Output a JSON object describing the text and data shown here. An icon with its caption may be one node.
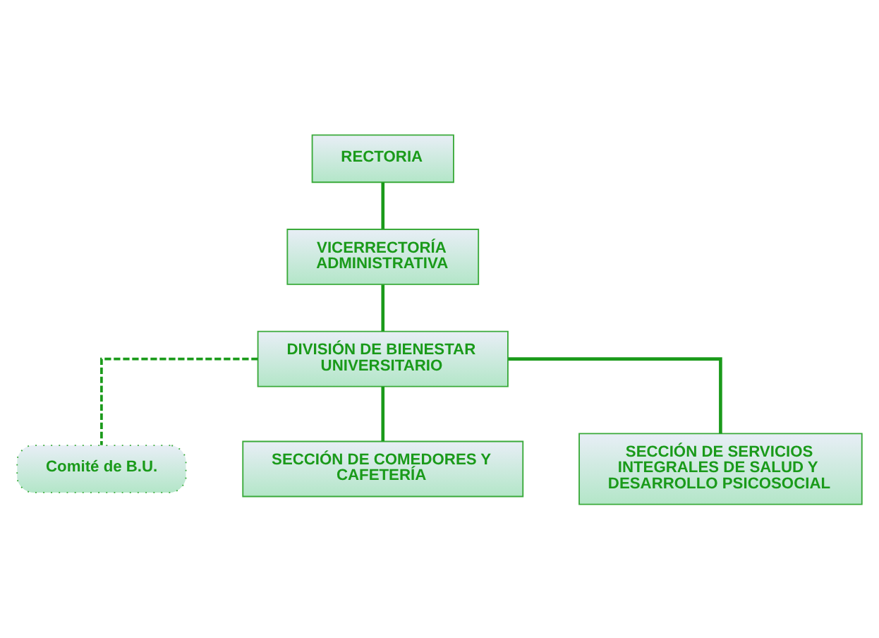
{
  "diagram": {
    "nodes": [
      {
        "text": [
          "RECTORIA"
        ]
      },
      {
        "text": [
          "VICERRECTORÍA ADMINISTRATIVA"
        ]
      },
      {
        "text": [
          "DIVISIÓN DE BIENESTAR UNIVERSITARIO"
        ]
      },
      {
        "text": [
          "Comité de B.U."
        ]
      },
      {
        "text": [
          "SECCIÓN DE COMEDORES Y CAFETERÍA"
        ]
      },
      {
        "text": [
          "SECCIÓN DE SERVICIOS INTEGRALES DE SALUD Y DESARROLLO PSICOSOCIAL"
        ]
      }
    ],
    "edges": [
      {
        "from": 0,
        "to": 1,
        "arrow": "none"
      },
      {
        "from": 1,
        "to": 2,
        "arrow": "none"
      },
      {
        "from": 2,
        "to": 3,
        "arrow": "none",
        "style": "dashed"
      },
      {
        "from": 2,
        "to": 4,
        "arrow": "none"
      },
      {
        "from": 2,
        "to": 5,
        "arrow": "none"
      }
    ]
  }
}
